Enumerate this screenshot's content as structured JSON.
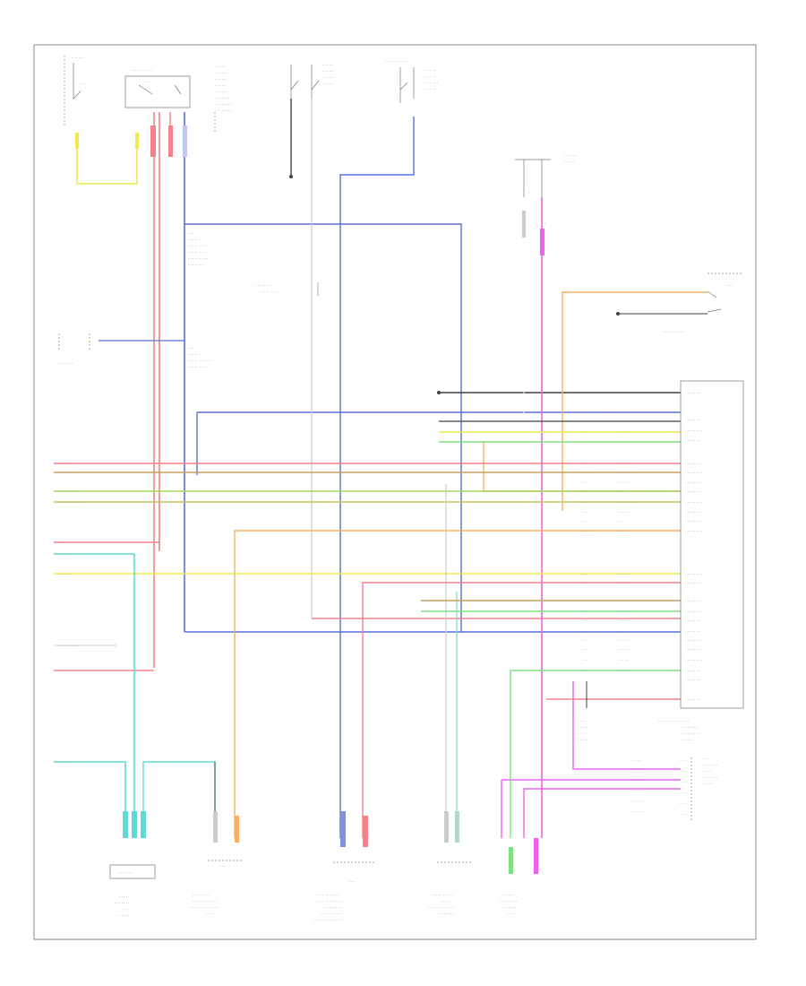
{
  "diagram": {
    "footer_code": "",
    "colors": {
      "red": "#f4828a",
      "pink": "#f060f0",
      "blue": "#5a6fd8",
      "yellow": "#f0ea50",
      "orange": "#f8b060",
      "green": "#80e080",
      "cyan": "#60d8d8",
      "dark": "#404040",
      "gray": "#aaaaaa",
      "olive": "#c8c060"
    },
    "labels": {
      "ground_label": "G200",
      "g300_label": "G300",
      "module_label": "POWERTRAIN CONTROL MODULE",
      "module_sub": "(TOP OF TRANS, FRONT OF LEFT FENDER)"
    }
  }
}
